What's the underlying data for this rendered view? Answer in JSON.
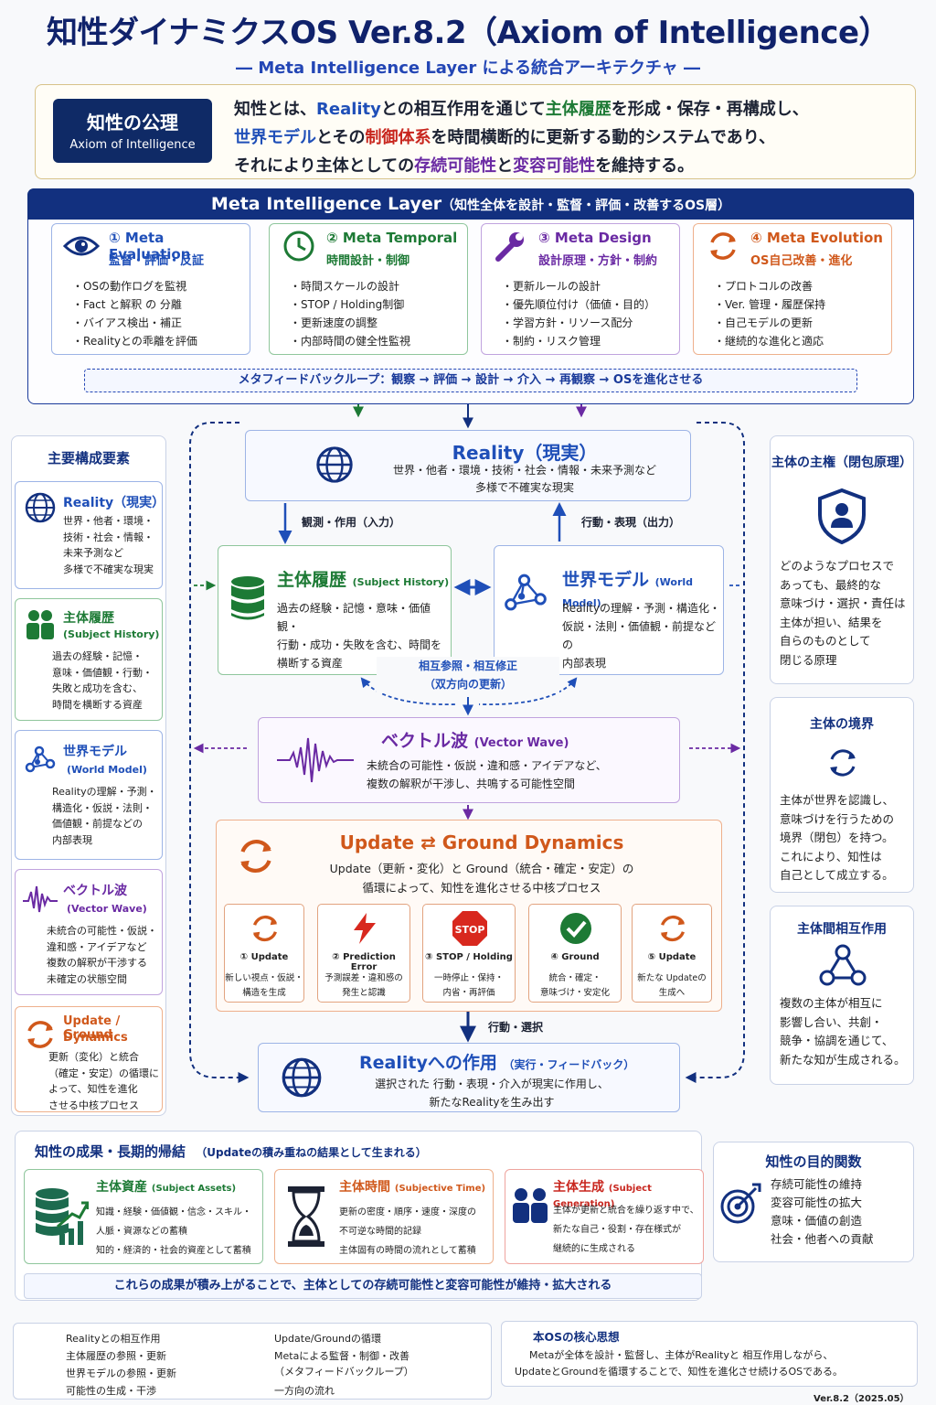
{
  "title": "知性ダイナミクスOS Ver.8.2（Axiom of Intelligence）",
  "subtitle": "― Meta Intelligence Layer による統合アーキテクチャ ―",
  "axiom": {
    "badge_jp": "知性の公理",
    "badge_en": "Axiom of Intelligence",
    "l1a": "知性とは、",
    "l1b": "Reality",
    "l1c": "との相互作用を通じて",
    "l1d": "主体履歴",
    "l1e": "を形成・保存・再構成し、",
    "l2a": "世界モデル",
    "l2b": "とその",
    "l2c": "制御体系",
    "l2d": "を時間横断的に更新する動的システムであり、",
    "l3a": "それにより主体としての",
    "l3b": "存続可能性",
    "l3c": "と",
    "l3d": "変容可能性",
    "l3e": "を維持する。"
  },
  "meta_layer": {
    "title": "Meta Intelligence Layer",
    "title_sub": "（知性全体を設計・監督・評価・改善するOS層）",
    "cards": [
      {
        "title": "① Meta Evaluation",
        "sub": "監督・評価・反証",
        "items": [
          "OSの動作ログを監視",
          "Fact と解釈 の 分離",
          "バイアス検出・補正",
          "Realityとの乖離を評価"
        ],
        "color": "#1f4fb8",
        "icon": "eye-icon"
      },
      {
        "title": "② Meta Temporal",
        "sub": "時間設計・制御",
        "items": [
          "時間スケールの設計",
          "STOP / Holding制御",
          "更新速度の調整",
          "内部時間の健全性監視"
        ],
        "color": "#1d7a35",
        "icon": "clock-icon"
      },
      {
        "title": "③ Meta Design",
        "sub": "設計原理・方針・制約",
        "items": [
          "更新ルールの設計",
          "優先順位付け（価値・目的）",
          "学習方針・リソース配分",
          "制約・リスク管理"
        ],
        "color": "#6a2aa3",
        "icon": "wrench-icon"
      },
      {
        "title": "④ Meta Evolution",
        "sub": "OS自己改善・進化",
        "items": [
          "プロトコルの改善",
          "Ver. 管理・履歴保持",
          "自己モデルの更新",
          "継続的な進化と適応"
        ],
        "color": "#d0581b",
        "icon": "cycle-icon"
      }
    ],
    "loop": "メタフィードバックループ：観察 → 評価 → 設計 → 介入 → 再観察 → OSを進化させる"
  },
  "left_panel": {
    "title": "主要構成要素",
    "cards": [
      {
        "title": "Reality（現実）",
        "sub": "",
        "body": [
          "世界・他者・環境・",
          "技術・社会・情報・",
          "未来予測など",
          "多様で不確実な現実"
        ],
        "color": "#1f4fb8"
      },
      {
        "title": "主体履歴",
        "sub": "(Subject History)",
        "body": [
          "過去の経験・記憶・",
          "意味・価値観・行動・",
          "失敗と成功を含む、",
          "時間を横断する資産"
        ],
        "color": "#1d7a35"
      },
      {
        "title": "世界モデル",
        "sub": "(World Model)",
        "body": [
          "Realityの理解・予測・",
          "構造化・仮説・法則・",
          "価値観・前提などの",
          "内部表現"
        ],
        "color": "#1f4fb8"
      },
      {
        "title": "ベクトル波",
        "sub": "(Vector Wave)",
        "body": [
          "未統合の可能性・仮説・",
          "違和感・アイデアなど",
          "複数の解釈が干渉する",
          "未確定の状態空間"
        ],
        "color": "#6a2aa3"
      },
      {
        "title": "Update / Ground",
        "sub": "Dynamics",
        "body": [
          "更新（変化）と統合",
          "（確定・安定）の循環に",
          "よって、知性を進化",
          "させる中核プロセス"
        ],
        "color": "#d0581b"
      }
    ]
  },
  "center": {
    "reality": {
      "title": "Reality（現実）",
      "line1": "世界・他者・環境・技術・社会・情報・未来予測など",
      "line2": "多様で不確実な現実"
    },
    "label_in": "観測・作用（入力）",
    "label_out": "行動・表現（出力）",
    "history": {
      "title": "主体履歴",
      "sub": "(Subject History)",
      "body": [
        "過去の経験・記憶・意味・価値観・",
        "行動・成功・失敗を含む、時間を",
        "横断する資産"
      ]
    },
    "world": {
      "title": "世界モデル",
      "sub": "(World Model)",
      "body": [
        "Realityの理解・予測・構造化・",
        "仮説・法則・価値観・前提などの",
        "内部表現"
      ]
    },
    "mutual1": "相互参照・相互修正",
    "mutual2": "（双方向の更新）",
    "wave": {
      "title": "ベクトル波",
      "sub": "(Vector Wave)",
      "line1": "未統合の可能性・仮説・違和感・アイデアなど、",
      "line2": "複数の解釈が干渉し、共鳴する可能性空間"
    },
    "dynamics": {
      "title_a": "Update",
      "title_sym": "⇄",
      "title_b": "Ground Dynamics",
      "line1": "Update（更新・変化）と Ground（統合・確定・安定）の",
      "line2": "循環によって、知性を進化させる中核プロセス",
      "steps": [
        {
          "title": "① Update",
          "d1": "新しい視点・仮説・",
          "d2": "構造を生成"
        },
        {
          "title": "② Prediction Error",
          "d1": "予測誤差・違和感の",
          "d2": "発生と認識"
        },
        {
          "title": "③ STOP / Holding",
          "d1": "一時停止・保持・",
          "d2": "内省・再評価",
          "stop": "STOP"
        },
        {
          "title": "④ Ground",
          "d1": "統合・確定・",
          "d2": "意味づけ・安定化"
        },
        {
          "title": "⑤ Update",
          "d1": "新たな Updateの",
          "d2": "生成へ"
        }
      ]
    },
    "label_act": "行動・選択",
    "action": {
      "title_a": "Reality",
      "title_b": "への作用",
      "title_sub": "（実行・フィードバック）",
      "line1": "選択された 行動・表現・介入が現実に作用し、",
      "line2": "新たなRealityを生み出す"
    }
  },
  "right_panel": [
    {
      "title": "主体の主権（閉包原理）",
      "body": [
        "どのようなプロセスで",
        "あっても、最終的な",
        "意味づけ・選択・責任は",
        "主体が担い、結果を",
        "自らのものとして",
        "閉じる原理"
      ]
    },
    {
      "title": "主体の境界",
      "body": [
        "主体が世界を認識し、",
        "意味づけを行うための",
        "境界（閉包）を持つ。",
        "これにより、知性は",
        "自己として成立する。"
      ]
    },
    {
      "title": "主体間相互作用",
      "body": [
        "複数の主体が相互に",
        "影響し合い、共創・",
        "競争・協調を通じて、",
        "新たな知が生成される。"
      ]
    }
  ],
  "results": {
    "title": "知性の成果・長期的帰結",
    "title_sub": "（Updateの積み重ねの結果として生まれる）",
    "cards": [
      {
        "title": "主体資産",
        "sub": "(Subject Assets)",
        "b1": "知識・経験・価値観・信念・スキル・",
        "b2": "人脈・資源などの蓄積",
        "b3": "知的・経済的・社会的資産として蓄積",
        "color": "#1d7a35"
      },
      {
        "title": "主体時間",
        "sub": "(Subjective Time)",
        "b1": "更新の密度・順序・速度・深度の",
        "b2": "不可逆な時間的記録",
        "b3": "主体固有の時間の流れとして蓄積",
        "color": "#d0581b"
      },
      {
        "title": "主体生成",
        "sub": "(Subject Generation)",
        "b1": "主体が更新と統合を繰り返す中で、",
        "b2": "新たな自己・役割・存在様式が",
        "b3": "継続的に生成される",
        "color": "#c8261e"
      }
    ],
    "footer": "これらの成果が積み上がることで、主体としての存続可能性と変容可能性が維持・拡大される"
  },
  "purpose": {
    "title": "知性の目的関数",
    "items": [
      "存続可能性の維持",
      "変容可能性の拡大",
      "意味・価値の創造",
      "社会・他者への貢献"
    ]
  },
  "legend": [
    {
      "label": "Realityとの相互作用",
      "color": "#1f4fb8",
      "style": "solid"
    },
    {
      "label": "主体履歴の参照・更新",
      "color": "#1d7a35",
      "style": "solid"
    },
    {
      "label": "世界モデルの参照・更新",
      "color": "#1f4fb8",
      "style": "dashed"
    },
    {
      "label": "可能性の生成・干渉",
      "color": "#6a2aa3",
      "style": "solid"
    },
    {
      "label": "Update/Groundの循環",
      "color": "#d0581b",
      "style": "double"
    },
    {
      "label": "Metaによる監督・制御・改善",
      "color": "#12307f",
      "style": "dashed"
    },
    {
      "label": "（メタフィードバックループ）",
      "color": "",
      "style": "none"
    },
    {
      "label": "一方向の流れ",
      "color": "#111111",
      "style": "solid"
    }
  ],
  "core": {
    "title": "本OSの核心思想",
    "line1": "Metaが全体を設計・監督し、主体がRealityと 相互作用しながら、",
    "line2": "UpdateとGroundを循環することで、知性を進化させ続けるOSである。"
  },
  "version": "Ver.8.2（2025.05）"
}
